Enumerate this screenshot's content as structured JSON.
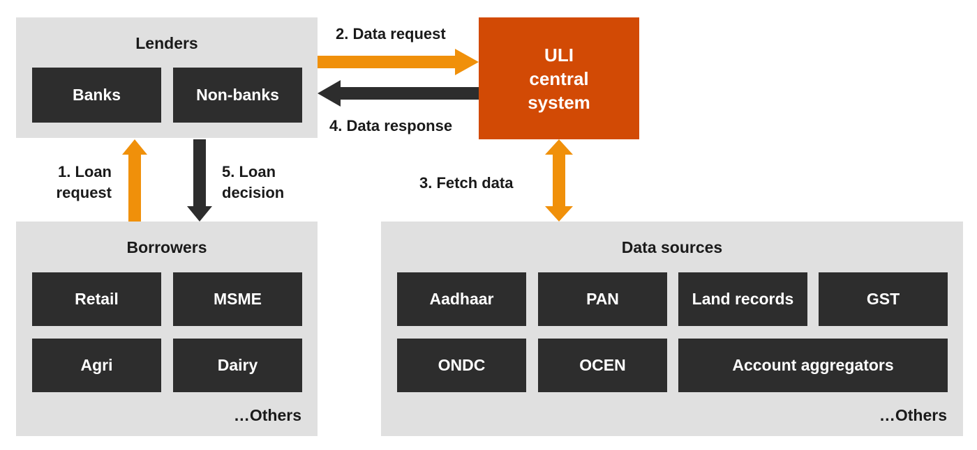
{
  "lenders": {
    "title": "Lenders",
    "items": [
      "Banks",
      "Non-banks"
    ]
  },
  "borrowers": {
    "title": "Borrowers",
    "items": [
      "Retail",
      "MSME",
      "Agri",
      "Dairy"
    ],
    "others": "…Others"
  },
  "data_sources": {
    "title": "Data sources",
    "items": [
      "Aadhaar",
      "PAN",
      "Land records",
      "GST",
      "ONDC",
      "OCEN",
      "Account aggregators"
    ],
    "others": "…Others"
  },
  "uli": {
    "label": "ULI\ncentral\nsystem",
    "color": "#d24a05"
  },
  "flows": {
    "loan_request": "1. Loan\nrequest",
    "data_request": "2. Data request",
    "fetch_data": "3. Fetch data",
    "data_response": "4. Data response",
    "loan_decision": "5. Loan\ndecision"
  },
  "colors": {
    "panel": "#e0e0e0",
    "tile": "#2d2d2d",
    "arrow_orange": "#f0900a",
    "arrow_dark": "#2d2d2d"
  }
}
